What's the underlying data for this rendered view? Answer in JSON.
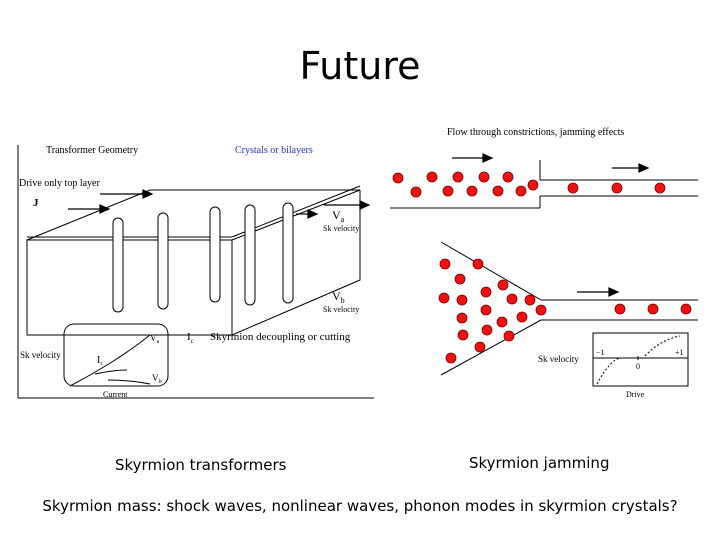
{
  "slide": {
    "title": "Future",
    "bottom_text": "Skyrmion mass: shock waves, nonlinear waves, phonon modes in skyrmion crystals?"
  },
  "left_figure": {
    "caption": "Skyrmion transformers",
    "geometry_title": "Transformer Geometry",
    "crystals_label": "Crystals or bilayers",
    "drive_label": "Drive only top layer",
    "j_label": "J",
    "va_sub": "a",
    "vb_sub": "b",
    "v_letter": "V",
    "sk_velocity": "Sk velocity",
    "ic_letter": "I",
    "ic_sub": "c",
    "decoupling_label": "Skyrmion decoupling or cutting",
    "inset_ylabel": "Sk velocity",
    "inset_xlabel": "Current",
    "colors": {
      "crystals": "#2233cc"
    }
  },
  "right_figure": {
    "caption": "Skyrmion jamming",
    "flow_title": "Flow through constrictions, jamming effects",
    "sk_velocity": "Sk velocity",
    "drive": "Drive",
    "tick_minus": "−1",
    "tick_zero": "0",
    "tick_plus": "+1",
    "colors": {
      "skyrmion": "#ee1111",
      "skyrmion_edge": "#7a0000"
    }
  }
}
